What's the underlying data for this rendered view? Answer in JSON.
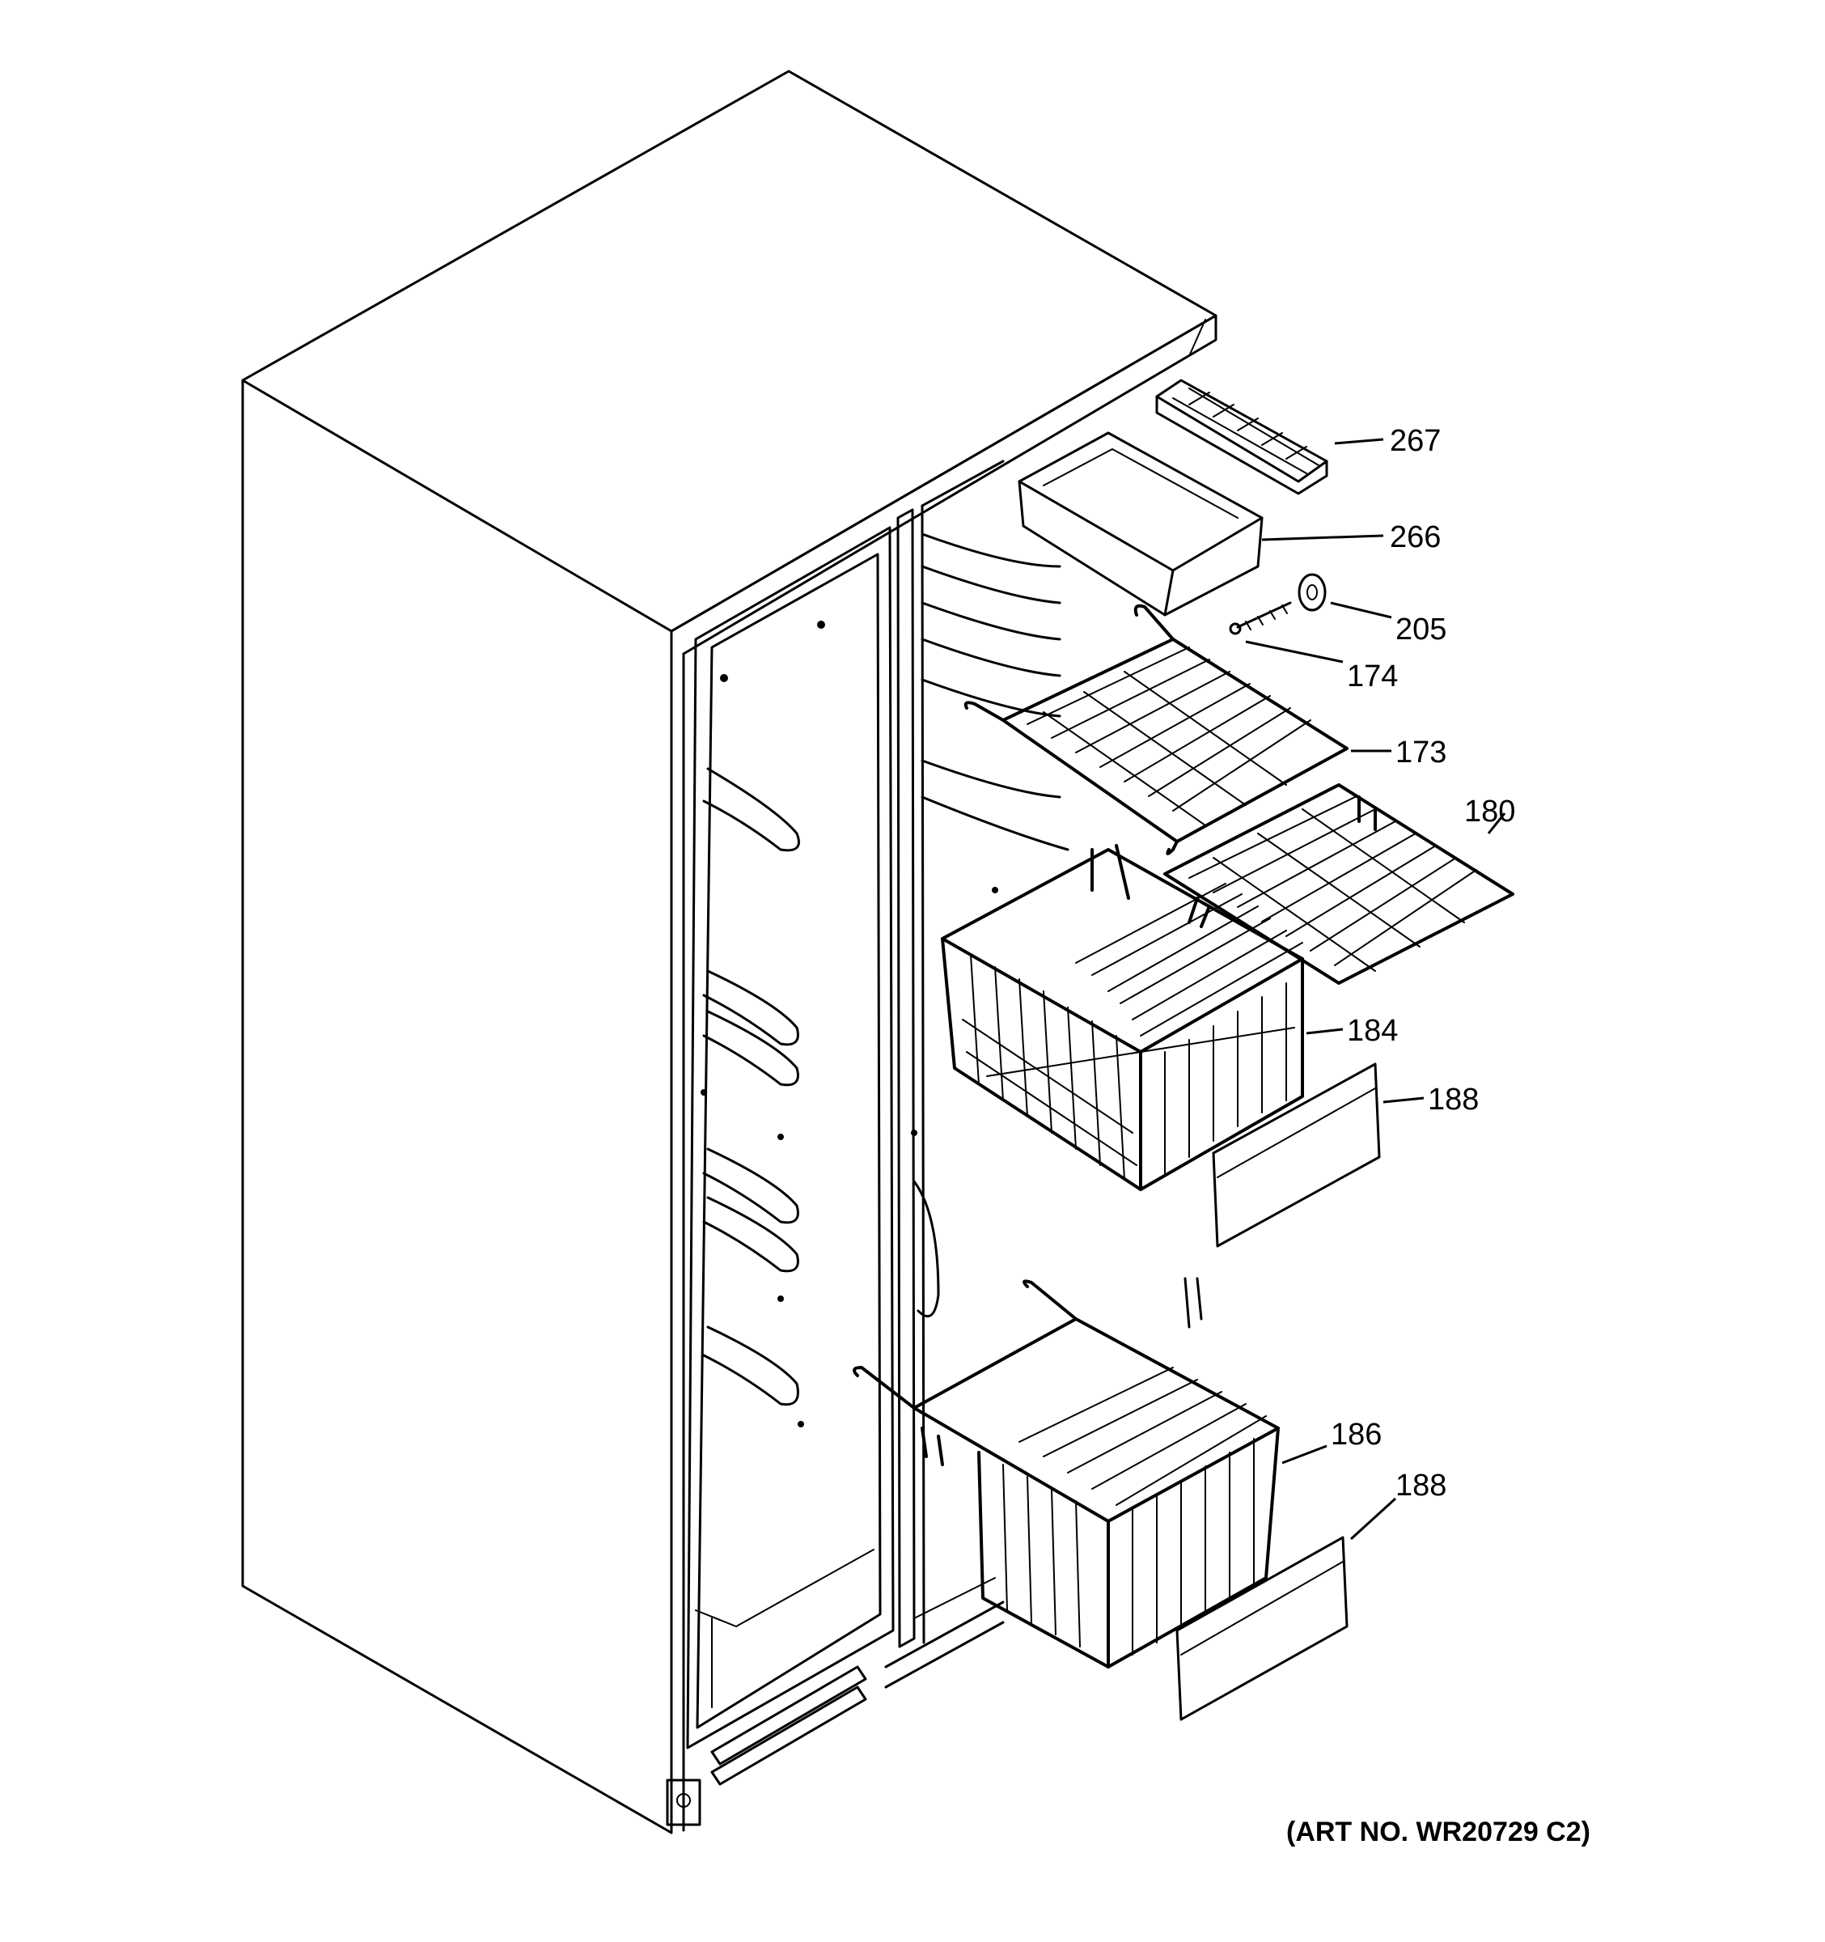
{
  "callouts": [
    {
      "id": "267",
      "label": "267"
    },
    {
      "id": "266",
      "label": "266"
    },
    {
      "id": "205",
      "label": "205"
    },
    {
      "id": "174",
      "label": "174"
    },
    {
      "id": "173",
      "label": "173"
    },
    {
      "id": "180",
      "label": "180"
    },
    {
      "id": "184",
      "label": "184"
    },
    {
      "id": "188a",
      "label": "188"
    },
    {
      "id": "186",
      "label": "186"
    },
    {
      "id": "188b",
      "label": "188"
    }
  ],
  "art_number": "(ART NO. WR20729 C2)"
}
